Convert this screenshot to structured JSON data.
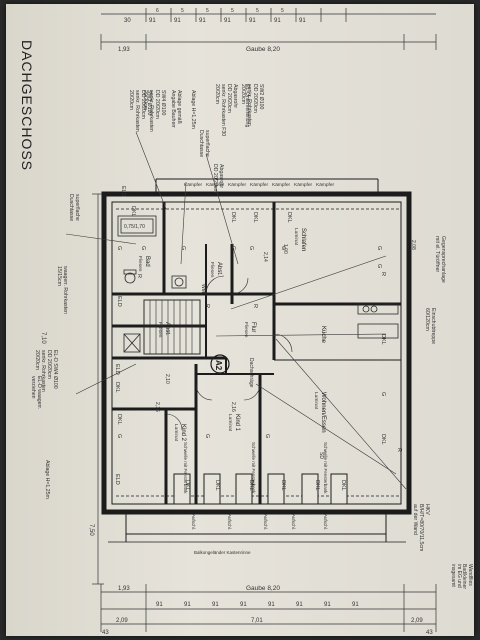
{
  "drawing": {
    "floor_title": "DACHGESCHOSS",
    "top_dimensions": {
      "overall": "Gaube 8,20",
      "left_offset": "1,93",
      "segments": [
        "30",
        "91",
        "91",
        "91",
        "91",
        "91",
        "91",
        "91"
      ],
      "small": [
        "6",
        "5",
        "5",
        "5",
        "5",
        "5"
      ]
    },
    "bottom_dimensions": {
      "overall": "Gaube 8,20",
      "left_offset": "1,93",
      "segments": [
        "91",
        "91",
        "91",
        "91",
        "91",
        "91",
        "91",
        "91"
      ],
      "lower": [
        "2,09",
        "7,01",
        "2,09"
      ],
      "edge_left": "43",
      "edge_right": "43"
    },
    "left_dimensions": [
      "7,50",
      "7,10"
    ],
    "annotations_upper": [
      "SW2 Ø100\nDD 20/20cm\nsenkr. Rohrkasten\n20/20cm",
      "EL-Unterverteilung",
      "Abgasrohr\nDD 20/20cm\nsenkr. Rohrkasten F30\n20/20cm",
      "Abgasrohr\nDD 20/20cm",
      "superflache\nDuschtasse",
      "Ablage H=1,25m",
      "Ablage gemäß\nAngabe Bauherr",
      "SW4 Ø100\nDD 20/20cm\nsenkr. Rohrkasten\n20/20cm",
      "SW3 Ø100\nDD 20/20cm\nsenkr. Rohrkasten\n20/20cm"
    ],
    "annotations_left": [
      "superflache\nDuschtasse",
      "waagerr. Rohrkasten\n15/15cm",
      "EL-D SW4 Ø100\nDD 20/20cm\nsenkr. Rohrkasten\n20/20cm",
      "EL-D waagerr.\nverziehen",
      "Ablage H=1,25m"
    ],
    "annotations_right": [
      "Gegensprechanlage\nmit el. Türöffner",
      "Einschubtreppe\n60/120cm",
      "HKV\nB/H/T=80/70/11,5cm\nauf der Wand"
    ],
    "rooms": [
      {
        "name": "Bad",
        "floor": "Fliesen"
      },
      {
        "name": "Abst.",
        "floor": "Fliesen"
      },
      {
        "name": "Flur",
        "floor": "Fliesen"
      },
      {
        "name": "Küche",
        "floor": ""
      },
      {
        "name": "Schlafen",
        "floor": "Laminat"
      },
      {
        "name": "Kind 1",
        "floor": "Laminat"
      },
      {
        "name": "Kind 2",
        "floor": "Laminat"
      },
      {
        "name": "Wohnen/Essen",
        "floor": "Laminat"
      },
      {
        "name": "Abst.",
        "floor": "Fliesen"
      }
    ],
    "labels": {
      "flat": "A2",
      "dach": "Dachschräge",
      "dkl": "DKL",
      "el_d": "ELD",
      "kaempfer": "Kämpfer",
      "g": "G",
      "r": "R",
      "dim_214": "2,14",
      "dim_216": "2,16",
      "dim_210": "2,10",
      "dim_208": "2,08",
      "dim_075": "0,75/1,70",
      "dim_100": "1,00",
      "window_label": "Schwelle mit Fensterbank",
      "aufschl": "Aufschl.",
      "fenster": "Fensterbänder",
      "balkon": "Balkongeländer Kastenrinne",
      "lamp": "WM",
      "sd": "SD"
    },
    "right_edge_text": [
      "Wandflies",
      "Bad/kleiner",
      "im EG und",
      "insgesamt"
    ]
  }
}
